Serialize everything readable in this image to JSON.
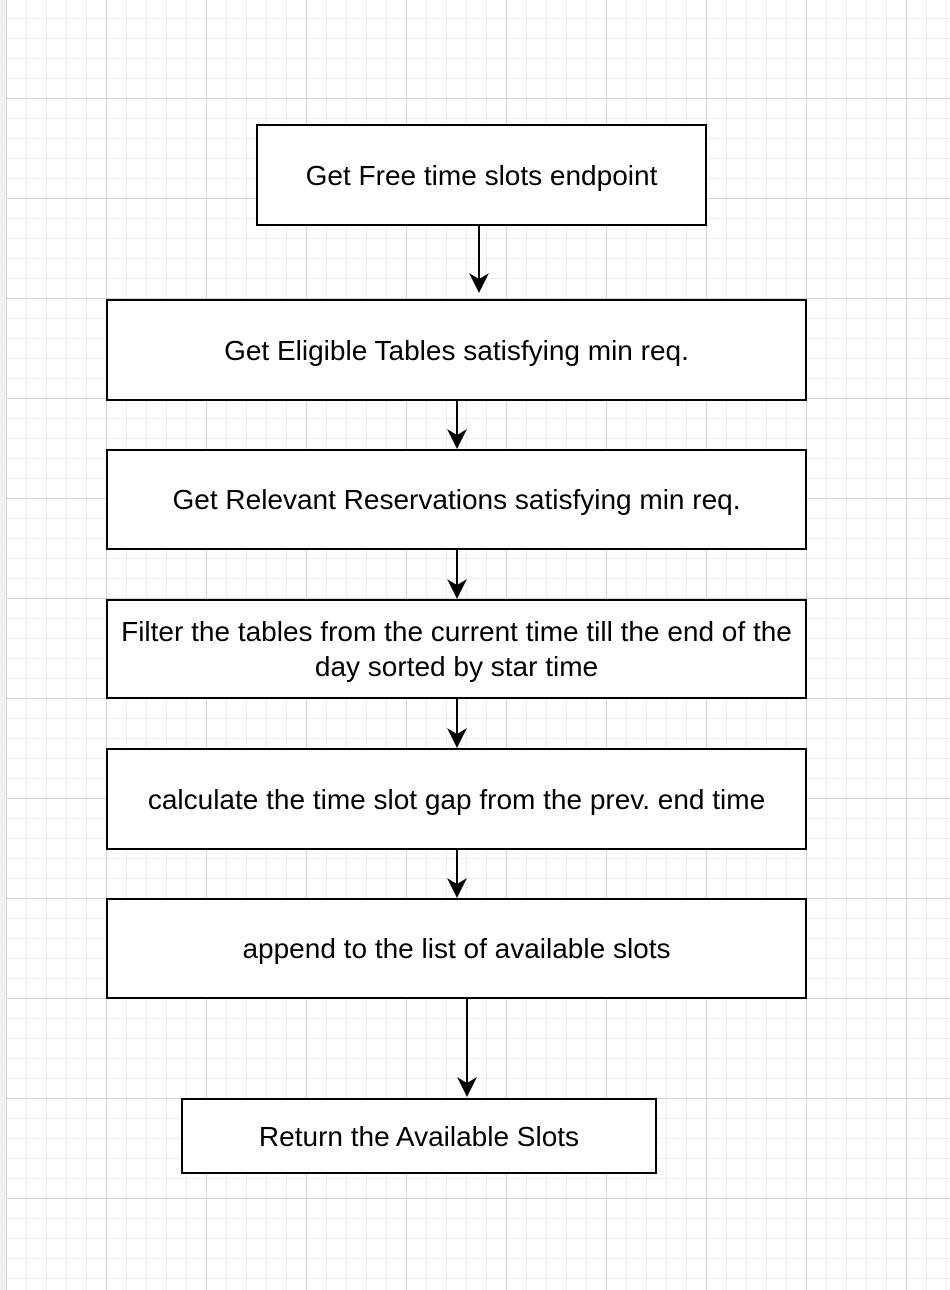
{
  "flowchart": {
    "steps": [
      "Get Free time slots endpoint",
      "Get Eligible Tables satisfying min req.",
      "Get Relevant Reservations satisfying min req.",
      "Filter the tables from the current time till the end of the day sorted by star time",
      "calculate the time slot gap from the prev. end time",
      "append to the list of available slots",
      "Return the Available Slots"
    ]
  }
}
